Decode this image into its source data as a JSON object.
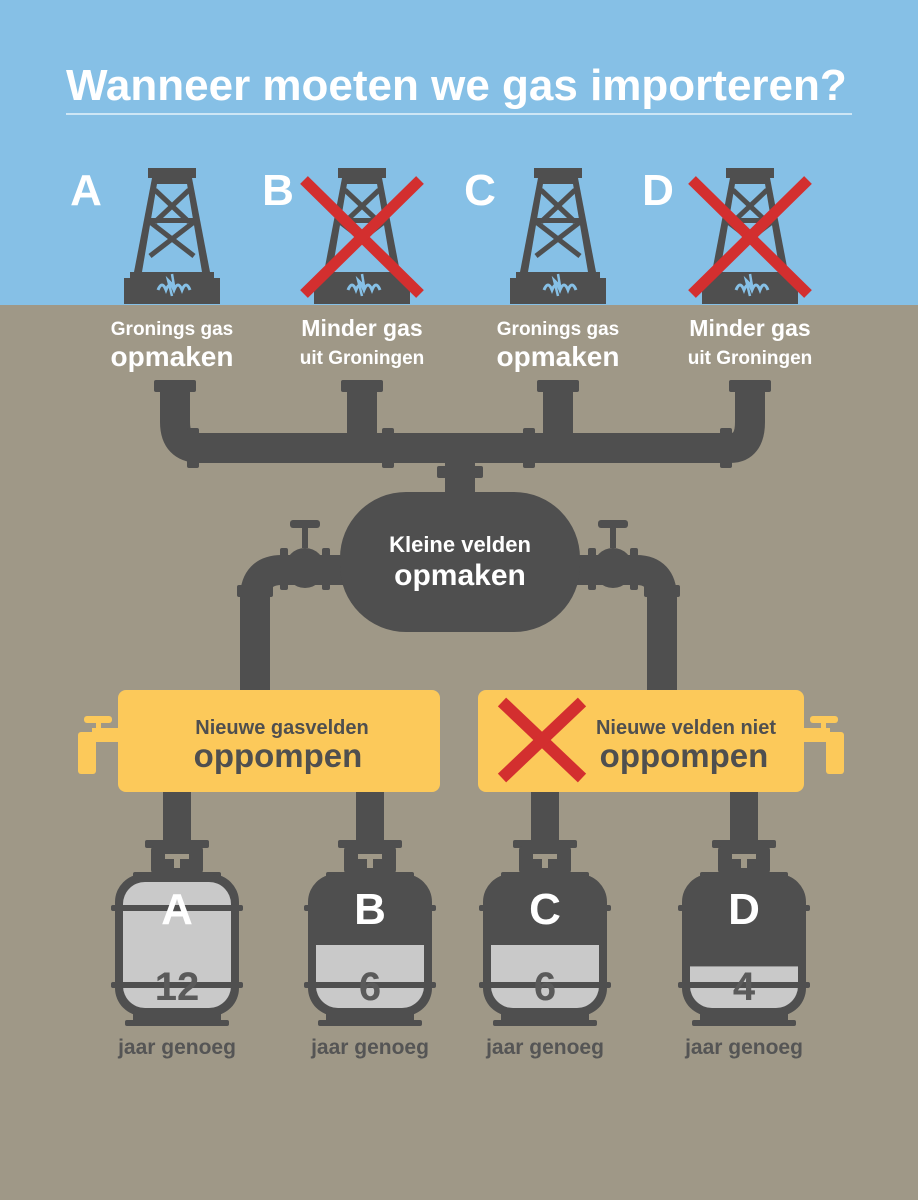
{
  "title": "Wanneer moeten we gas importeren?",
  "colors": {
    "sky": "#86c0e6",
    "ground": "#9f9887",
    "pipe": "#4f4f4f",
    "yellow": "#fcc95a",
    "cross": "#d32f2f",
    "tank_fill": "#c9c9c9"
  },
  "scenarios": [
    {
      "letter": "A",
      "line1": "Gronings gas",
      "line2": "opmaken",
      "crossed": false
    },
    {
      "letter": "B",
      "line1": "Minder gas",
      "line2": "uit Groningen",
      "crossed": true
    },
    {
      "letter": "C",
      "line1": "Gronings gas",
      "line2": "opmaken",
      "crossed": false
    },
    {
      "letter": "D",
      "line1": "Minder gas",
      "line2": "uit Groningen",
      "crossed": true
    }
  ],
  "central_tank": {
    "line1": "Kleine velden",
    "line2": "opmaken"
  },
  "branches": [
    {
      "line1": "Nieuwe gasvelden",
      "line2": "oppompen",
      "crossed": false
    },
    {
      "line1": "Nieuwe velden niet",
      "line2": "oppompen",
      "crossed": true
    }
  ],
  "results": [
    {
      "letter": "A",
      "years": "12",
      "fill_fraction": 1.0,
      "caption": "jaar genoeg"
    },
    {
      "letter": "B",
      "years": "6",
      "fill_fraction": 0.5,
      "caption": "jaar genoeg"
    },
    {
      "letter": "C",
      "years": "6",
      "fill_fraction": 0.5,
      "caption": "jaar genoeg"
    },
    {
      "letter": "D",
      "years": "4",
      "fill_fraction": 0.33,
      "caption": "jaar genoeg"
    }
  ]
}
